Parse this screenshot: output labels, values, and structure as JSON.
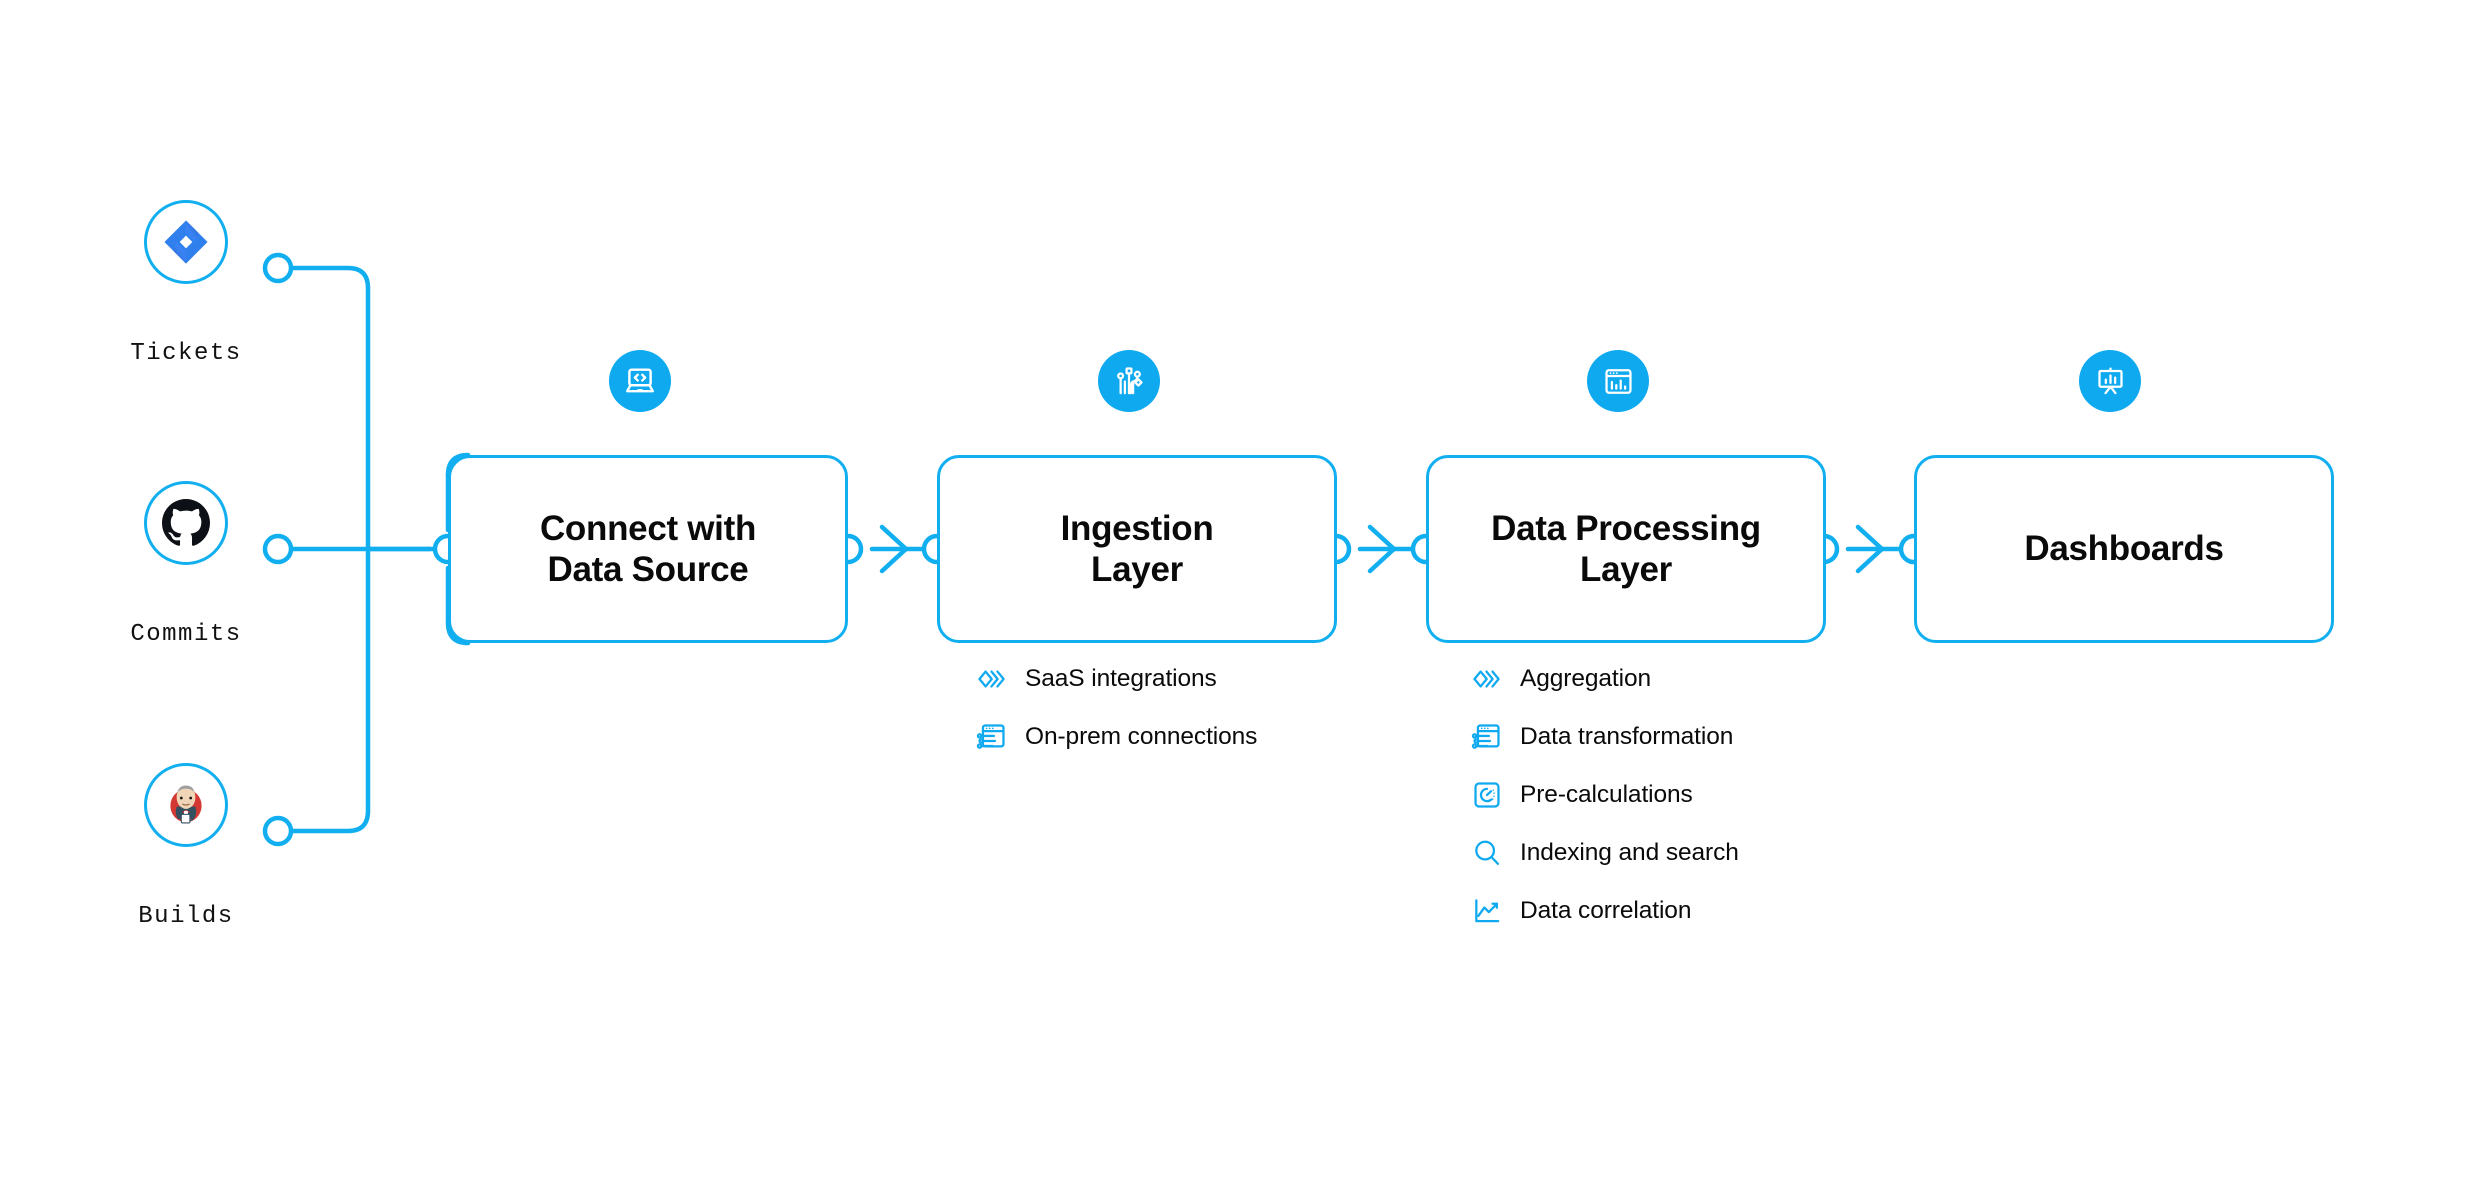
{
  "theme": {
    "accent": "#12AFF0",
    "badge_fill": "#0FA9F0",
    "text": "#0A0A0A",
    "background": "#FFFFFF"
  },
  "sources": [
    {
      "label": "Tickets",
      "icon": "jira-icon"
    },
    {
      "label": "Commits",
      "icon": "github-icon"
    },
    {
      "label": "Builds",
      "icon": "jenkins-icon"
    }
  ],
  "stages": [
    {
      "title": "Connect with\nData Source",
      "badge_icon": "laptop-code-icon",
      "features": []
    },
    {
      "title": "Ingestion\nLayer",
      "badge_icon": "circuit-nodes-icon",
      "features": [
        {
          "label": "SaaS integrations",
          "icon": "stacked-chevrons-icon"
        },
        {
          "label": "On-prem connections",
          "icon": "window-sliders-icon"
        }
      ]
    },
    {
      "title": "Data Processing\nLayer",
      "badge_icon": "window-barchart-icon",
      "features": [
        {
          "label": "Aggregation",
          "icon": "stacked-chevrons-icon"
        },
        {
          "label": "Data transformation",
          "icon": "window-sliders-icon"
        },
        {
          "label": "Pre-calculations",
          "icon": "gauge-square-icon"
        },
        {
          "label": "Indexing and search",
          "icon": "magnifier-icon"
        },
        {
          "label": "Data correlation",
          "icon": "line-chart-icon"
        }
      ]
    },
    {
      "title": "Dashboards",
      "badge_icon": "presentation-chart-icon",
      "features": []
    }
  ]
}
